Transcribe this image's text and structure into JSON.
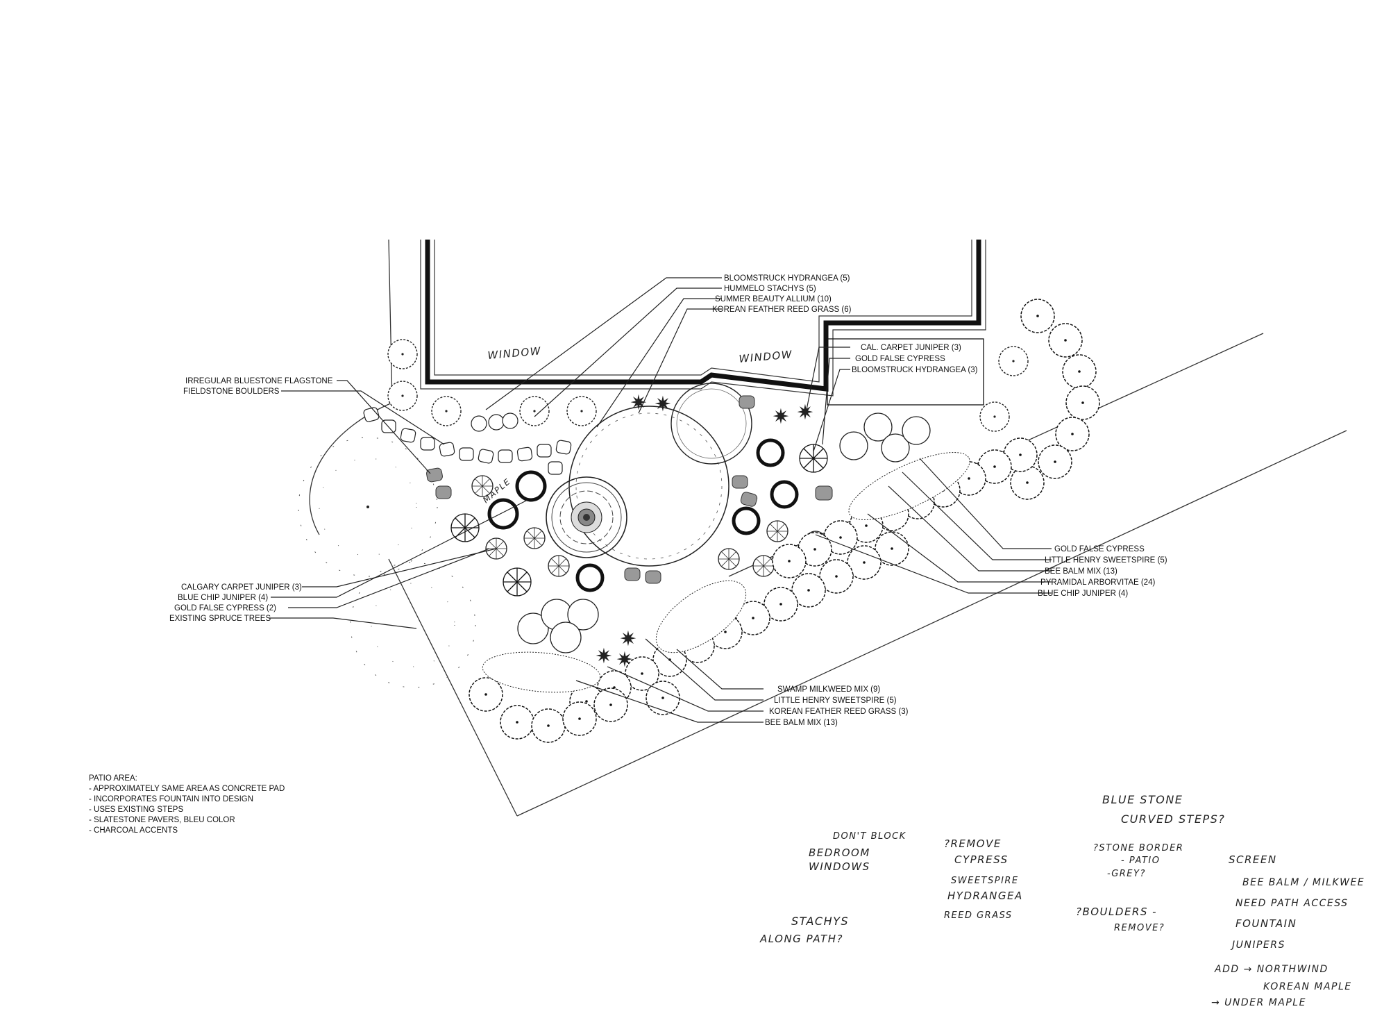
{
  "labels": {
    "bloomstruck_hydrangea_5": "BLOOMSTRUCK HYDRANGEA (5)",
    "hummelo_stachys_5": "HUMMELO STACHYS (5)",
    "summer_beauty_allium_10": "SUMMER BEAUTY ALLIUM (10)",
    "korean_feather_reed_grass_6": "KOREAN FEATHER REED GRASS (6)",
    "cal_carpet_juniper_3": "CAL. CARPET JUNIPER (3)",
    "gold_false_cypress": "GOLD FALSE CYPRESS",
    "bloomstruck_hydrangea_3": "BLOOMSTRUCK HYDRANGEA (3)",
    "irregular_bluestone_flagstone": "IRREGULAR BLUESTONE FLAGSTONE",
    "fieldstone_boulders": "FIELDSTONE BOULDERS",
    "calgary_carpet_juniper_3": "CALGARY CARPET JUNIPER (3)",
    "blue_chip_juniper_4_left": "BLUE CHIP JUNIPER (4)",
    "gold_false_cypress_2": "GOLD FALSE CYPRESS (2)",
    "existing_spruce_trees": "EXISTING SPRUCE TREES",
    "gold_false_cypress_right": "GOLD FALSE CYPRESS",
    "little_henry_sweetspire_5_right": "LITTLE HENRY SWEETSPIRE (5)",
    "bee_balm_mix_13_right": "BEE BALM MIX (13)",
    "pyramidal_arborvitae_24": "PYRAMIDAL ARBORVITAE (24)",
    "blue_chip_juniper_4_right": "BLUE CHIP JUNIPER (4)",
    "swamp_milkweed_mix_9": "SWAMP MILKWEED MIX (9)",
    "little_henry_sweetspire_5_bottom": "LITTLE HENRY SWEETSPIRE (5)",
    "korean_feather_reed_grass_3": "KOREAN FEATHER REED GRASS (3)",
    "bee_balm_mix_13_bottom": "BEE BALM MIX (13)",
    "window_left": "WINDOW",
    "window_right": "WINDOW",
    "maple": "MAPLE"
  },
  "patio_notes": {
    "title": "PATIO AREA:",
    "items": [
      "- APPROXIMATELY SAME AREA AS CONCRETE PAD",
      "- INCORPORATES FOUNTAIN INTO DESIGN",
      "- USES EXISTING STEPS",
      "- SLATESTONE PAVERS, BLEU COLOR",
      "- CHARCOAL ACCENTS"
    ]
  },
  "handwritten": {
    "bedroom_1": "DON'T BLOCK",
    "bedroom_2": "BEDROOM",
    "bedroom_3": "WINDOWS",
    "stachys_1": "STACHYS",
    "stachys_2": "ALONG PATH?",
    "remove_1": "?REMOVE",
    "remove_2": "CYPRESS",
    "remove_3": "SWEETSPIRE",
    "remove_4": "HYDRANGEA",
    "remove_5": "REED GRASS",
    "bluestone_1": "BLUE STONE",
    "bluestone_2": "CURVED STEPS?",
    "stone_border_1": "?STONE BORDER",
    "stone_border_2": "- PATIO",
    "stone_border_3": "-GREY?",
    "boulders_1": "?BOULDERS -",
    "boulders_2": "REMOVE?",
    "screen_1": "SCREEN",
    "screen_2": "BEE BALM / MILKWEE",
    "screen_3": "NEED PATH ACCESS",
    "screen_4": "FOUNTAIN",
    "screen_5": "JUNIPERS",
    "add_1": "ADD → NORTHWIND",
    "add_2": "KOREAN MAPLE",
    "add_3": "→ UNDER MAPLE"
  }
}
